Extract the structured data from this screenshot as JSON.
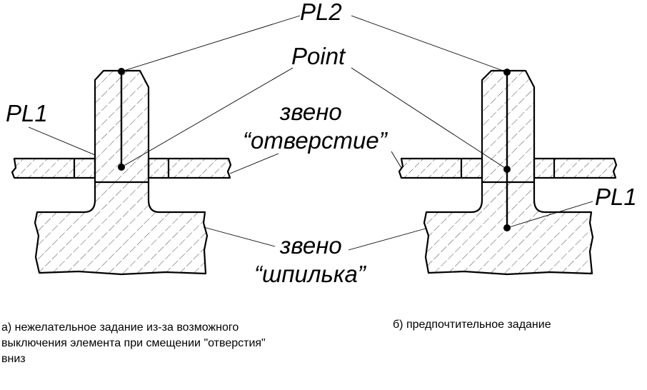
{
  "labels": {
    "pl2": "PL2",
    "point": "Point",
    "pl1_left": "PL1",
    "pl1_right": "PL1",
    "hole_line1": "звено",
    "hole_line2": "“отверстие”",
    "pin_line1": "звено",
    "pin_line2": "“шпилька”"
  },
  "captions": {
    "a": "а) нежелательное задание из-за возможного выключения элемента при смещении \"отверстия\" вниз",
    "b": "б) предпочтительное задание"
  }
}
